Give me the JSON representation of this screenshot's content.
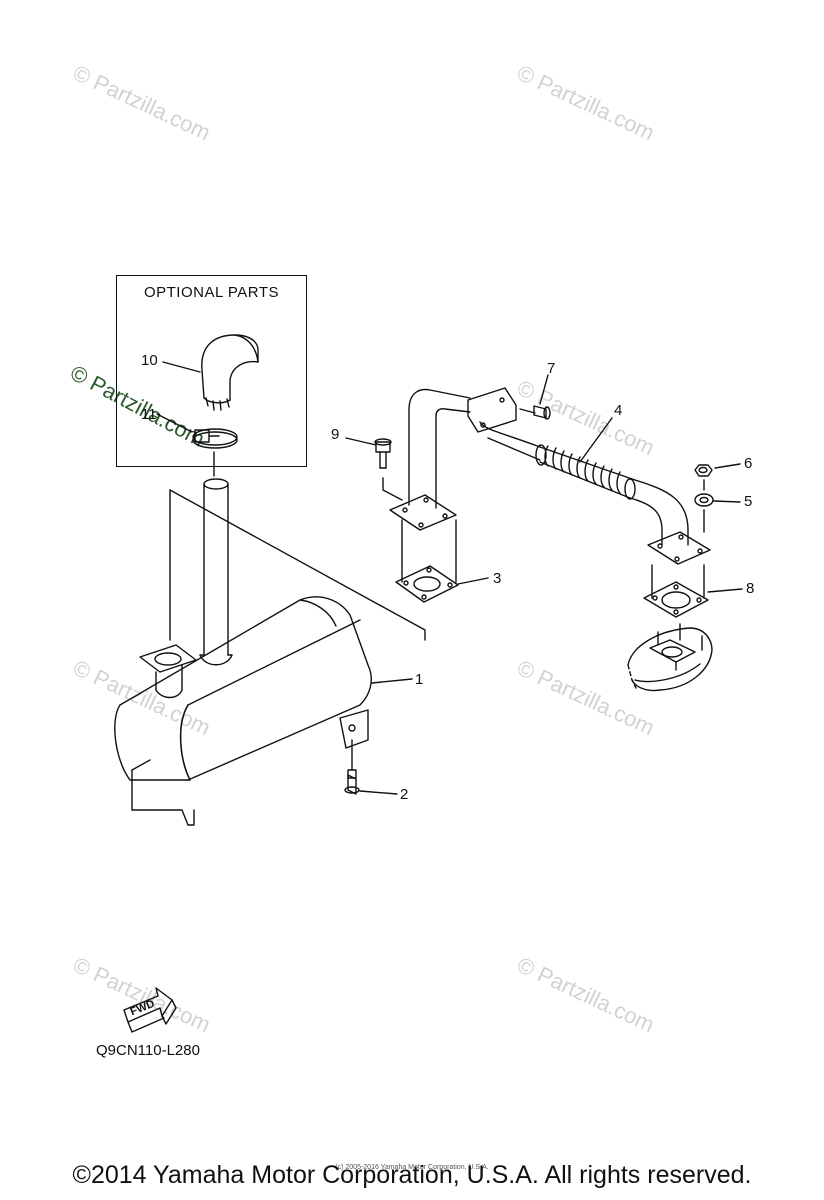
{
  "watermarks": [
    "© Partzilla.com"
  ],
  "optional_box": {
    "title": "OPTIONAL PARTS"
  },
  "callouts": {
    "c1": "1",
    "c2": "2",
    "c3": "3",
    "c4": "4",
    "c5": "5",
    "c6": "6",
    "c7": "7",
    "c8": "8",
    "c9": "9",
    "c10": "10",
    "c11": "11"
  },
  "fwd_label": "FWD",
  "diagram_code": "Q9CN110-L280",
  "small_print": "(c) 2005-2016 Yamaha Motor Corporation, U.S.A.",
  "copyright": "©2014 Yamaha Motor Corporation, U.S.A. All rights reserved.",
  "colors": {
    "line": "#111111",
    "watermark": "#d2d2d2",
    "watermark_green": "#2d5a2d"
  }
}
